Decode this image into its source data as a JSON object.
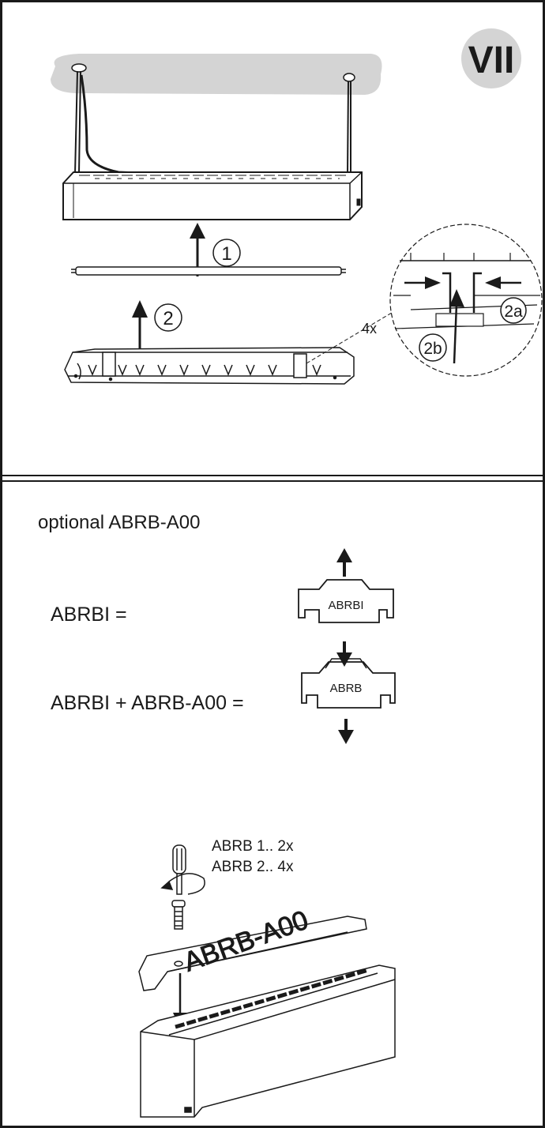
{
  "section_badge": "VII",
  "top_panel": {
    "step_1": "1",
    "step_2": "2",
    "step_2a": "2a",
    "step_2b": "2b",
    "count": "4x"
  },
  "bottom_panel": {
    "optional_label": "optional  ABRB-A00",
    "abrbi_equation": "ABRBI =",
    "abrbi_part_label": "ABRBI",
    "combo_equation": "ABRBI + ABRB-A00 =",
    "abrb_part_label": "ABRB",
    "screw_note_line1": "ABRB 1.. 2x",
    "screw_note_line2": "ABRB 2.. 4x",
    "cover_label": "ABRB-A00"
  },
  "colors": {
    "line": "#1a1a1a",
    "ceiling": "#d4d4d4",
    "badge": "#d4d4d4"
  }
}
